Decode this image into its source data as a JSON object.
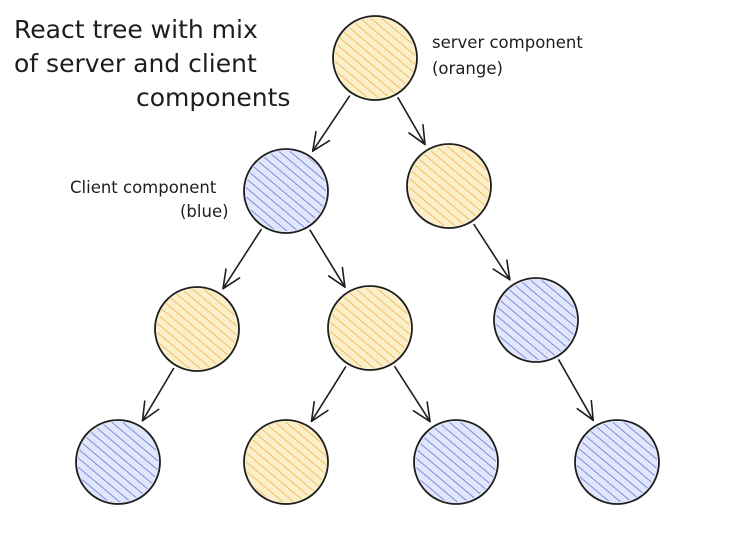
{
  "title": {
    "lines": [
      "React tree with mix",
      "of server and client",
      "components"
    ]
  },
  "annotations": {
    "server_line1": "server component",
    "server_line2": "(orange)",
    "client_line1": "Client component",
    "client_line2": "(blue)"
  },
  "colors": {
    "server": "#e9b33a",
    "server_fill": "#fbeecb",
    "client": "#5a6fd6",
    "client_fill": "#e1e6fb",
    "stroke": "#1e1e1e"
  },
  "tree": {
    "root": {
      "type": "server",
      "children": [
        "l1-client",
        "l1-server"
      ]
    },
    "l1-client": {
      "type": "client",
      "children": [
        "l2-server-a",
        "l2-server-b"
      ]
    },
    "l1-server": {
      "type": "server",
      "children": [
        "l2-client"
      ]
    },
    "l2-server-a": {
      "type": "server",
      "children": [
        "l3-client-a"
      ]
    },
    "l2-server-b": {
      "type": "server",
      "children": [
        "l3-server",
        "l3-client-b"
      ]
    },
    "l2-client": {
      "type": "client",
      "children": [
        "l3-client-c"
      ]
    },
    "l3-client-a": {
      "type": "client",
      "children": []
    },
    "l3-server": {
      "type": "server",
      "children": []
    },
    "l3-client-b": {
      "type": "client",
      "children": []
    },
    "l3-client-c": {
      "type": "client",
      "children": []
    }
  }
}
